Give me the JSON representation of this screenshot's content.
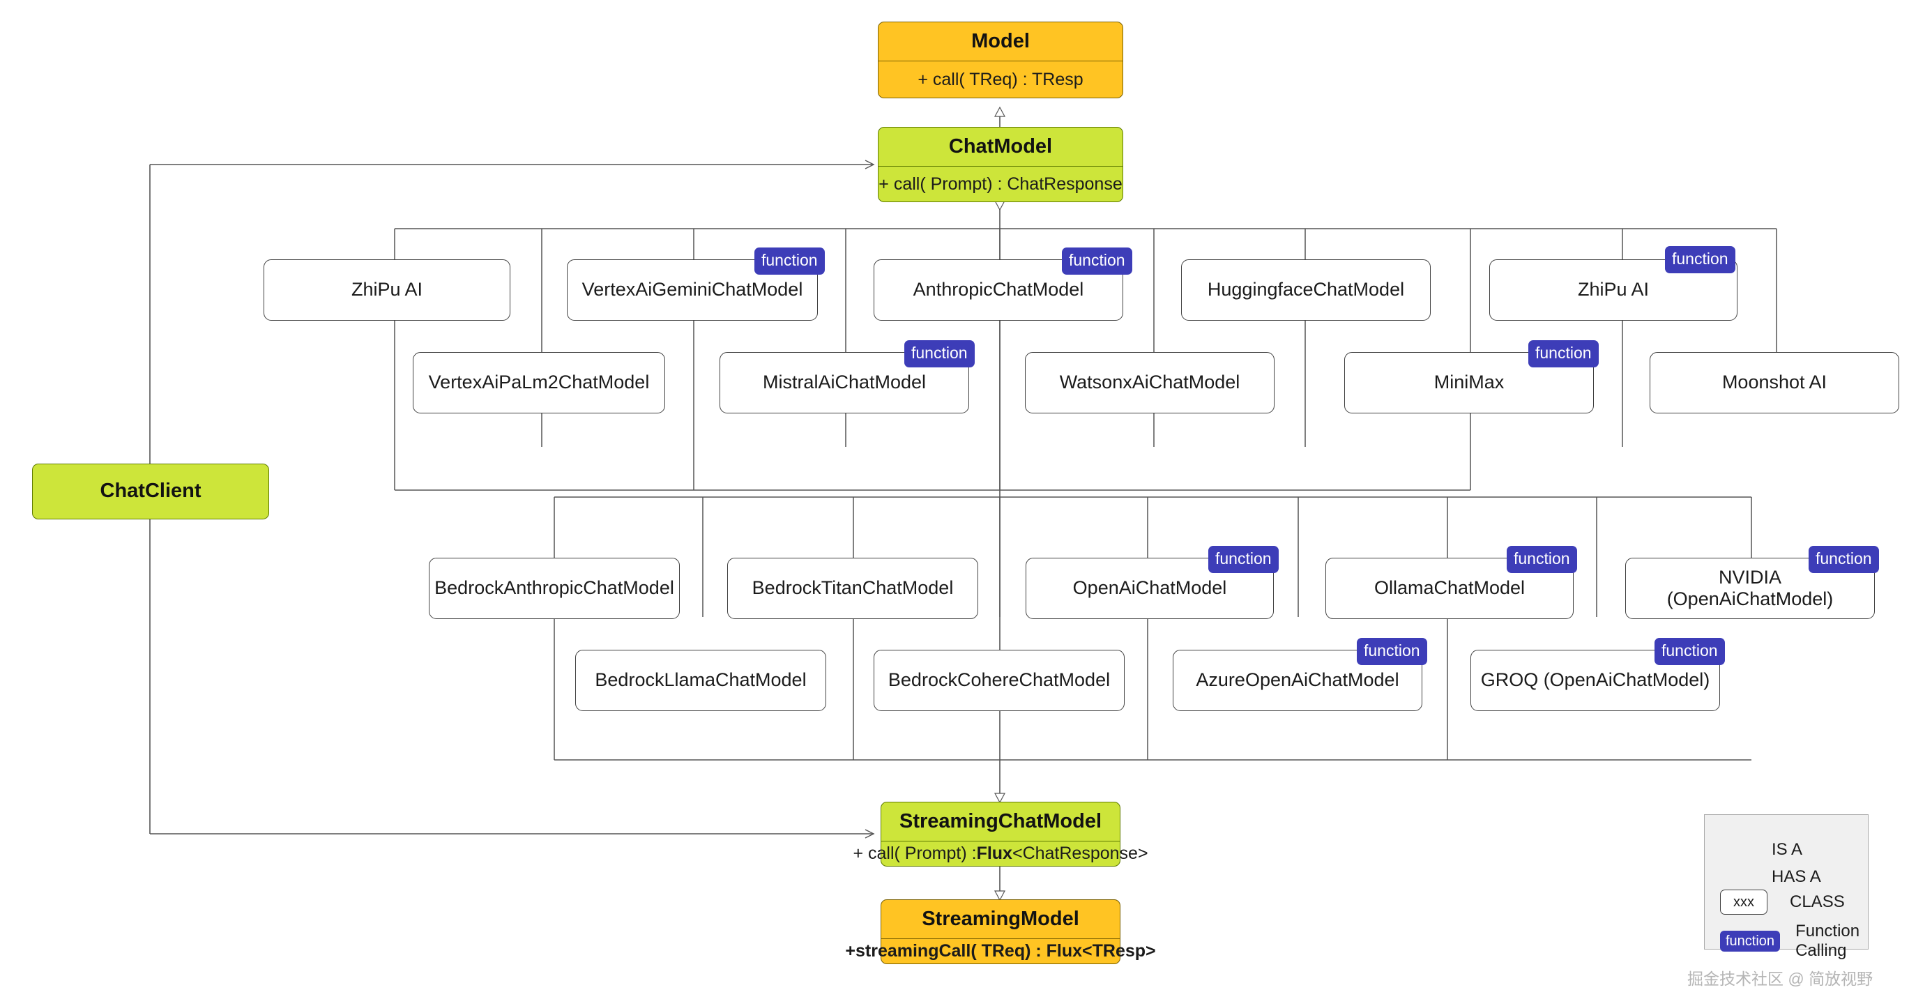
{
  "diagram": {
    "title": "Spring AI ChatModel class hierarchy",
    "colors": {
      "model_gold": "#FFC423",
      "chat_green": "#CDE53A",
      "function_badge": "#3D3DB8",
      "box_border": "#404040",
      "legend_bg": "#f0f0f0"
    }
  },
  "interfaces": {
    "model": {
      "name": "Model",
      "method": "+ call( TReq) : TResp"
    },
    "chat_model": {
      "name": "ChatModel",
      "method": "+ call( Prompt) : ChatResponse"
    },
    "streaming_chat_model": {
      "name": "StreamingChatModel",
      "method_prefix": "+ call( Prompt) : ",
      "method_bold": "Flux",
      "method_suffix": "<ChatResponse>"
    },
    "streaming_model": {
      "name": "StreamingModel",
      "method_prefix": "+ ",
      "method_bold": "streamingCall",
      "method_suffix": "( TReq) : Flux<TResp>"
    },
    "chat_client": {
      "name": "ChatClient"
    }
  },
  "upper_cluster": {
    "row1": [
      {
        "label": "ZhiPu AI",
        "function_calling": false
      },
      {
        "label": "VertexAiGeminiChatModel",
        "function_calling": true
      },
      {
        "label": "AnthropicChatModel",
        "function_calling": true
      },
      {
        "label": "HuggingfaceChatModel",
        "function_calling": false
      },
      {
        "label": "ZhiPu AI",
        "function_calling": true
      }
    ],
    "row2": [
      {
        "label": "VertexAiPaLm2ChatModel",
        "function_calling": false
      },
      {
        "label": "MistralAiChatModel",
        "function_calling": true
      },
      {
        "label": "WatsonxAiChatModel",
        "function_calling": false
      },
      {
        "label": "MiniMax",
        "function_calling": true
      },
      {
        "label": "Moonshot AI",
        "function_calling": false
      }
    ]
  },
  "lower_cluster": {
    "row1": [
      {
        "label": "BedrockAnthropicChatModel",
        "function_calling": false
      },
      {
        "label": "BedrockTitanChatModel",
        "function_calling": false
      },
      {
        "label": "OpenAiChatModel",
        "function_calling": true
      },
      {
        "label": "OllamaChatModel",
        "function_calling": true
      },
      {
        "label": "NVIDIA (OpenAiChatModel)",
        "function_calling": true
      }
    ],
    "row2": [
      {
        "label": "BedrockLlamaChatModel",
        "function_calling": false
      },
      {
        "label": "BedrockCohereChatModel",
        "function_calling": false
      },
      {
        "label": "AzureOpenAiChatModel",
        "function_calling": true
      },
      {
        "label": "GROQ (OpenAiChatModel)",
        "function_calling": true
      }
    ]
  },
  "badge": {
    "label": "function"
  },
  "legend": {
    "rows": [
      {
        "symbol": "is-a-arrow",
        "label": "IS A"
      },
      {
        "symbol": "has-a-arrow",
        "label": "HAS A"
      },
      {
        "symbol": "class-box",
        "box_text": "xxx",
        "label": "CLASS"
      },
      {
        "symbol": "function-badge",
        "box_text": "function",
        "label": "Function\nCalling"
      }
    ]
  },
  "watermark": {
    "text": "掘金技术社区 @ 简放视野"
  }
}
